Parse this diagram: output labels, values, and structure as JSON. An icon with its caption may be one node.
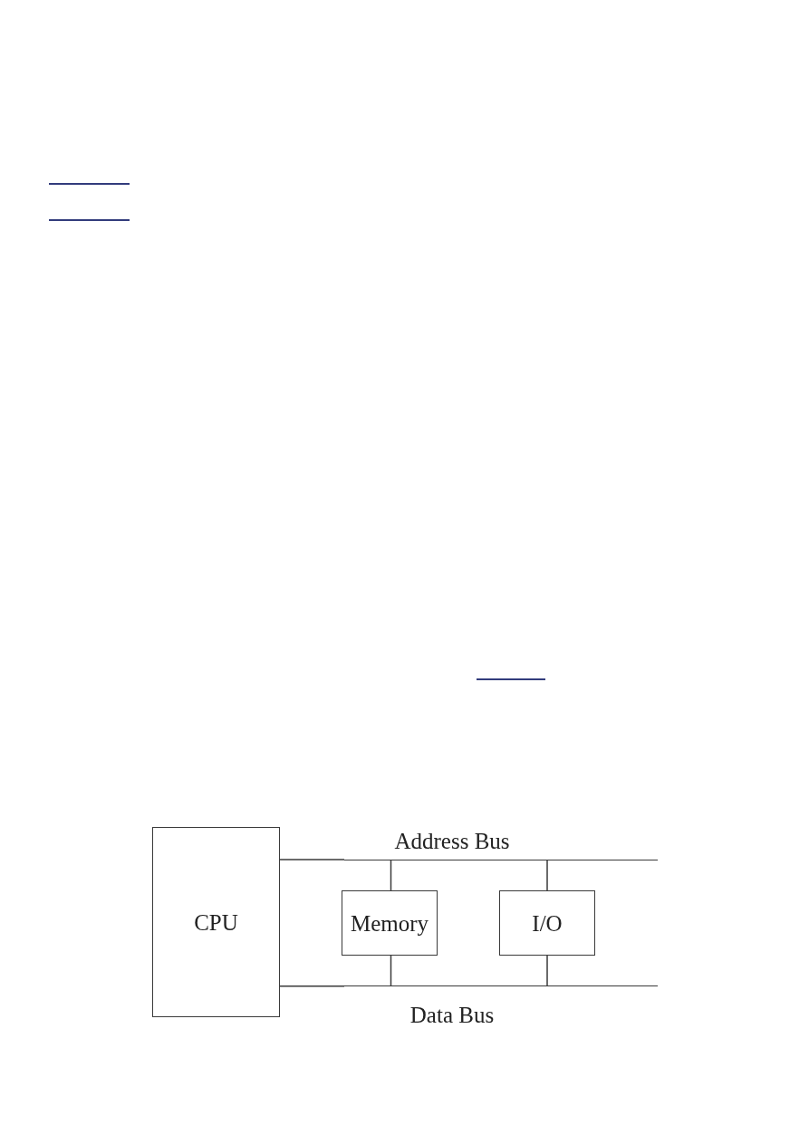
{
  "diagram": {
    "nodes": [
      {
        "text": [
          "CPU"
        ]
      },
      {
        "text": [
          "Address Bus"
        ]
      },
      {
        "text": [
          "Memory"
        ]
      },
      {
        "text": [
          "I/O"
        ]
      },
      {
        "text": [
          "Data Bus"
        ]
      }
    ],
    "edges": [
      {
        "from": 0,
        "to": 1,
        "arrow": "none"
      },
      {
        "from": 0,
        "to": 4,
        "arrow": "none"
      },
      {
        "from": 2,
        "to": 1,
        "arrow": "none"
      },
      {
        "from": 3,
        "to": 1,
        "arrow": "none"
      },
      {
        "from": 2,
        "to": 4,
        "arrow": "none"
      },
      {
        "from": 3,
        "to": 4,
        "arrow": "none"
      }
    ]
  }
}
